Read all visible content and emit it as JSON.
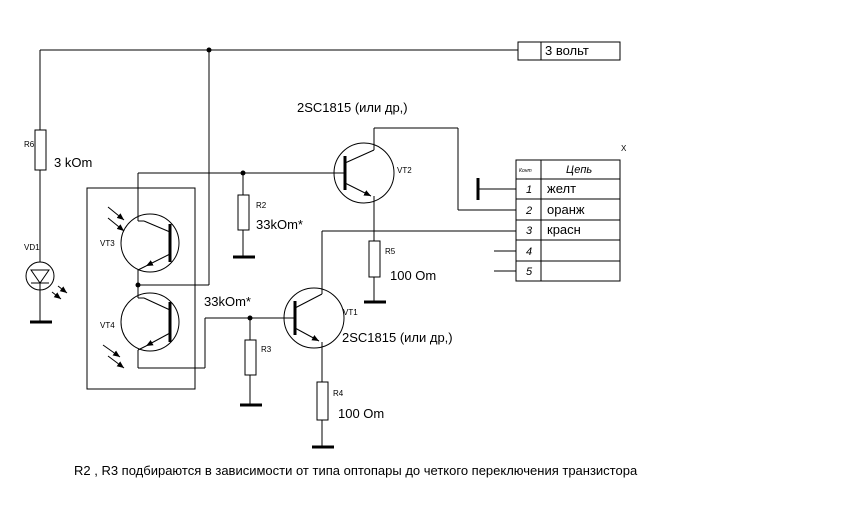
{
  "supply_label": "3 вольт",
  "resistors": {
    "r6": {
      "ref": "R6",
      "value": "3 kOm"
    },
    "r2": {
      "ref": "R2",
      "value": "33kOm*"
    },
    "r3": {
      "ref": "R3",
      "value": "33kOm*"
    },
    "r5": {
      "ref": "R5",
      "value": "100 Om"
    },
    "r4": {
      "ref": "R4",
      "value": "100 Om"
    }
  },
  "led": {
    "ref": "VD1"
  },
  "transistors": {
    "vt1": {
      "ref": "VT1",
      "part": "2SC1815 (или др,)"
    },
    "vt2": {
      "ref": "VT2",
      "part": "2SC1815 (или др,)"
    },
    "vt3": {
      "ref": "VT3"
    },
    "vt4": {
      "ref": "VT4"
    }
  },
  "connector": {
    "ref": "X",
    "header_contact": "Конт",
    "header_circuit": "Цепь",
    "rows": [
      {
        "num": "1",
        "name": "желт"
      },
      {
        "num": "2",
        "name": "оранж"
      },
      {
        "num": "3",
        "name": "красн"
      },
      {
        "num": "4",
        "name": ""
      },
      {
        "num": "5",
        "name": ""
      }
    ]
  },
  "note": "R2 , R3 подбираются в зависимости от типа оптопары до четкого переключения транзистора"
}
